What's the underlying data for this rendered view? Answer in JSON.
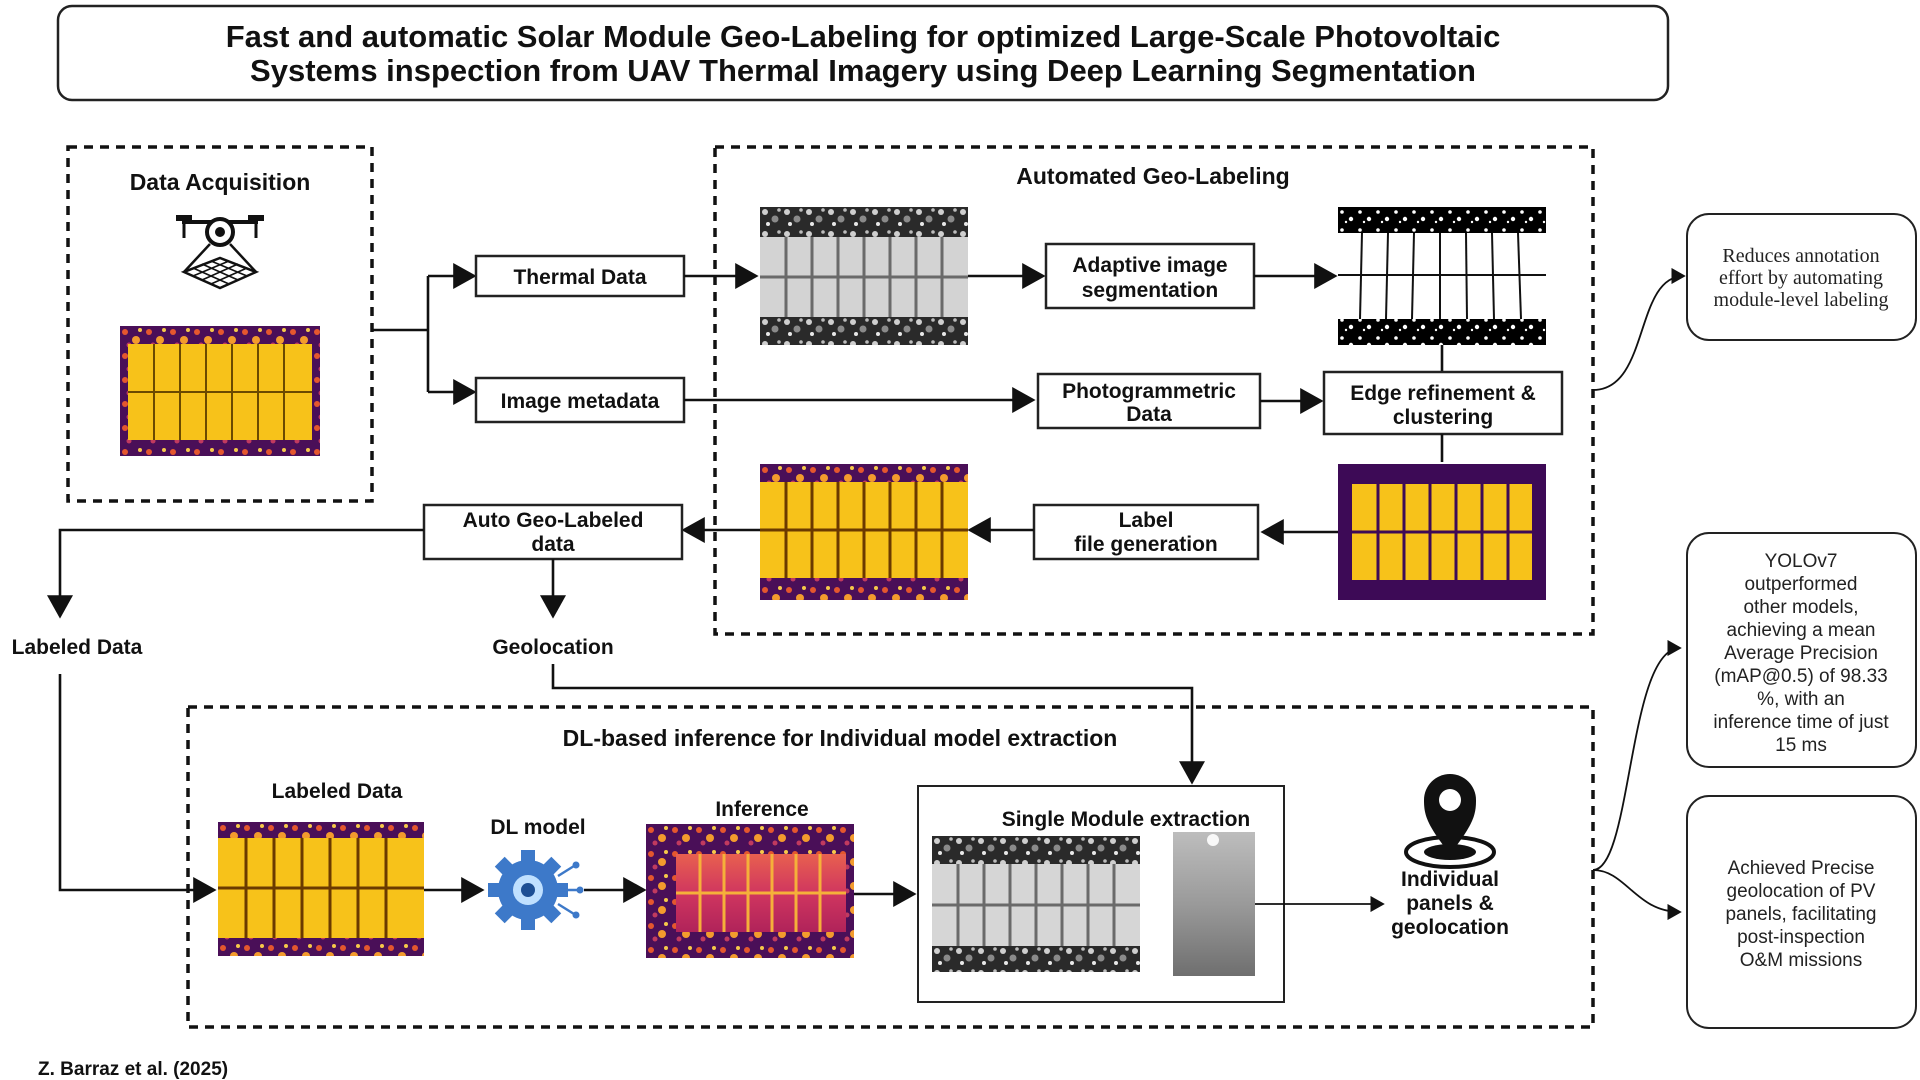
{
  "title": {
    "line1": "Fast and automatic Solar Module Geo-Labeling for optimized Large-Scale Photovoltaic",
    "line2": "Systems inspection from UAV Thermal Imagery using Deep Learning Segmentation"
  },
  "sections": {
    "data_acquisition": "Data Acquisition",
    "automated_geo_labeling": "Automated Geo-Labeling",
    "dl_inference": "DL-based inference for Individual model extraction"
  },
  "nodes": {
    "thermal_data": "Thermal Data",
    "image_metadata": "Image metadata",
    "adaptive_seg_1": "Adaptive image",
    "adaptive_seg_2": "segmentation",
    "photogrammetric_1": "Photogrammetric",
    "photogrammetric_2": "Data",
    "edge_refinement_1": "Edge refinement &",
    "edge_refinement_2": "clustering",
    "label_file_1": "Label",
    "label_file_2": "file generation",
    "auto_geo_1": "Auto Geo-Labeled",
    "auto_geo_2": "data",
    "labeled_data_out": "Labeled Data",
    "geolocation": "Geolocation",
    "labeled_data_in": "Labeled Data",
    "dl_model": "DL model",
    "inference": "Inference",
    "single_module": "Single Module extraction",
    "individual_1": "Individual",
    "individual_2": "panels &",
    "individual_3": "geolocation"
  },
  "notes": {
    "reduces": [
      "Reduces annotation",
      "effort by automating",
      "module-level labeling"
    ],
    "yolo": [
      "YOLOv7",
      "outperformed",
      "other models,",
      "achieving a mean",
      "Average Precision",
      "(mAP@0.5) of 98.33",
      "%, with an",
      "inference time of just",
      "15 ms"
    ],
    "precise": [
      "Achieved Precise",
      "geolocation of PV",
      "panels, facilitating",
      "post-inspection",
      "O&M missions"
    ]
  },
  "credit": "Z. Barraz et al. (2025)",
  "icons": [
    "drone-icon",
    "location-pin-icon",
    "dl-model-gear-icon"
  ],
  "colors": {
    "panel_yellow": "#f7c21a",
    "thermal_purple": "#4a0f58",
    "thermal_orange": "#e4572e"
  }
}
